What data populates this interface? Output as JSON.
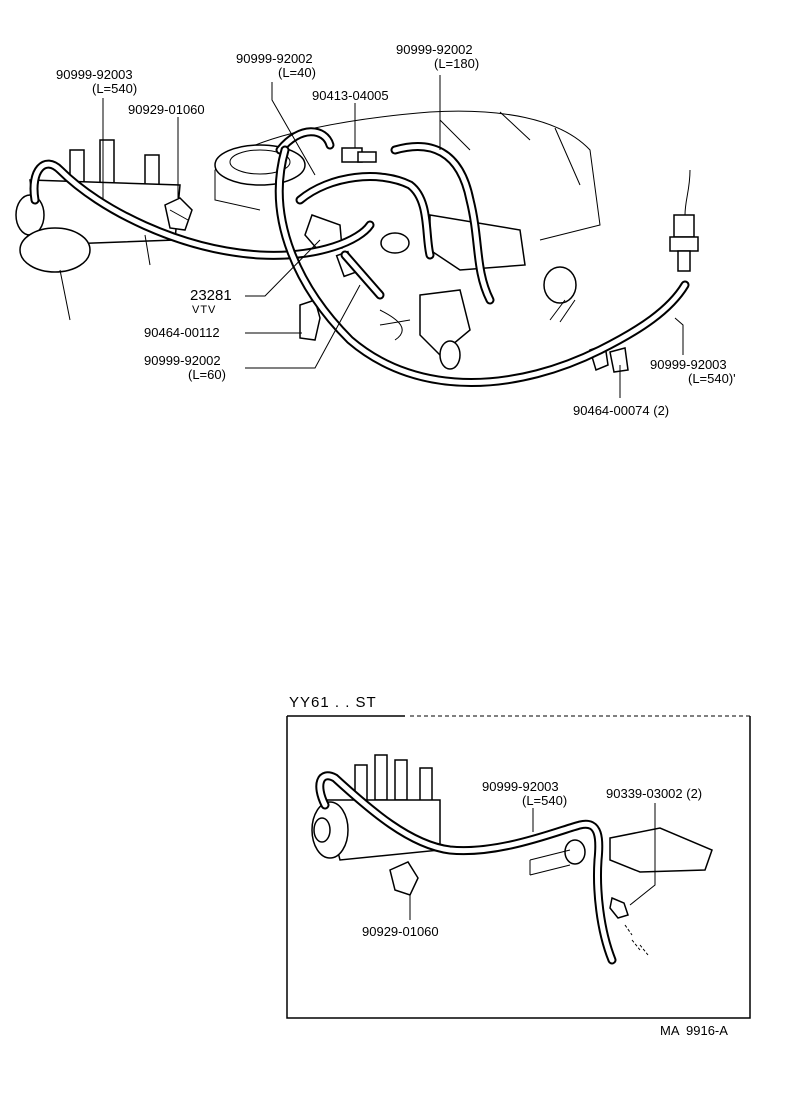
{
  "main": {
    "labels": [
      {
        "id": "hose-left",
        "part": "90999-92003",
        "length": "(L=540)"
      },
      {
        "id": "clamp-left",
        "part": "90929-01060"
      },
      {
        "id": "hose-short",
        "part": "90999-92002",
        "length": "(L=40)"
      },
      {
        "id": "hose-long",
        "part": "90999-92002",
        "length": "(L=180)"
      },
      {
        "id": "connector",
        "part": "90413-04005"
      },
      {
        "id": "vtv",
        "part": "23281",
        "sub": "VTV"
      },
      {
        "id": "clip",
        "part": "90464-00112"
      },
      {
        "id": "hose-mid",
        "part": "90999-92002",
        "length": "(L=60)"
      },
      {
        "id": "hose-right",
        "part": "90999-92003",
        "length": "(L=540)'"
      },
      {
        "id": "clamp-right",
        "part": "90464-00074 (2)"
      }
    ]
  },
  "inset": {
    "title": "YY61 . . ST",
    "labels": [
      {
        "id": "inset-hose",
        "part": "90999-92003",
        "length": "(L=540)"
      },
      {
        "id": "inset-plug",
        "part": "90339-03002 (2)"
      },
      {
        "id": "inset-clamp",
        "part": "90929-01060"
      }
    ]
  },
  "figure_code": "MA  9916-A"
}
